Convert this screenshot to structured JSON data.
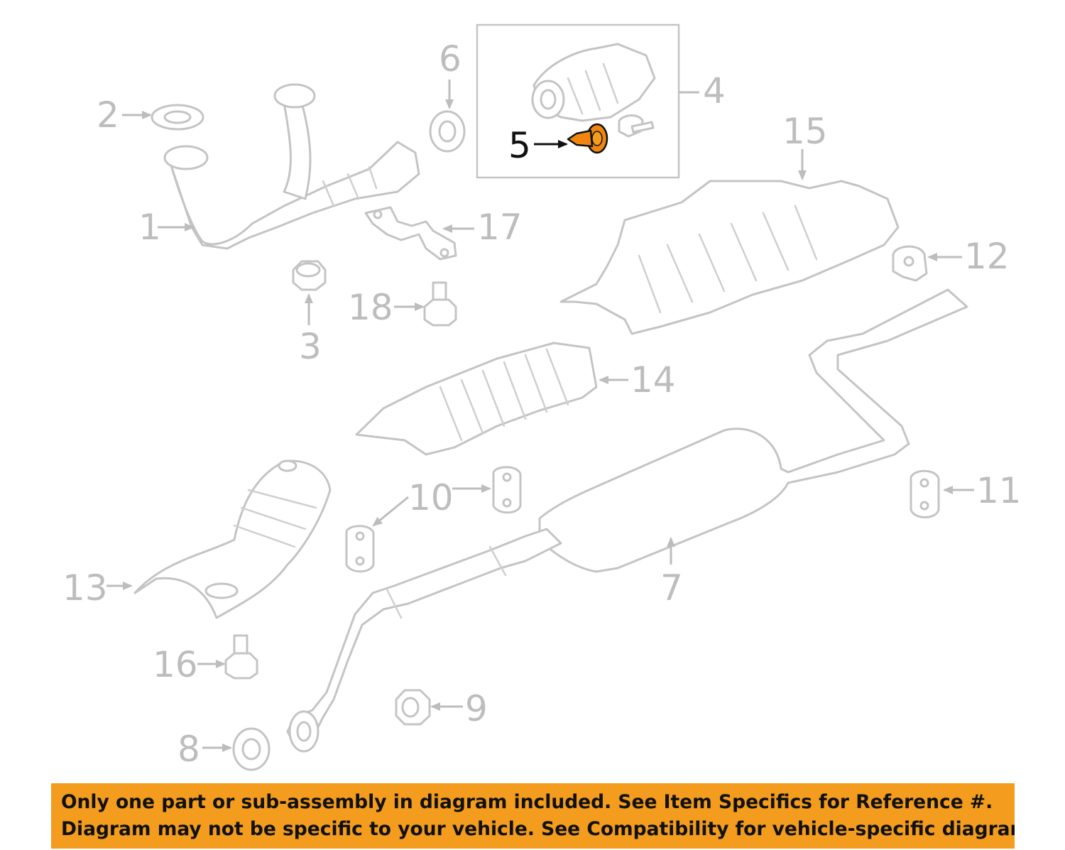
{
  "colors": {
    "highlight": "#f0860f",
    "banner_background": "#f39c1d",
    "banner_text": "#111111",
    "callout_inactive": "#bdbdbd",
    "callout_active": "#111111"
  },
  "callouts": {
    "c1": "1",
    "c2": "2",
    "c3": "3",
    "c4": "4",
    "c5": "5",
    "c6": "6",
    "c7": "7",
    "c8": "8",
    "c9": "9",
    "c10": "10",
    "c11": "11",
    "c12": "12",
    "c13": "13",
    "c14": "14",
    "c15": "15",
    "c16": "16",
    "c17": "17",
    "c18": "18"
  },
  "highlighted_callout": "5",
  "banner": {
    "line1": "Only one part or sub-assembly in diagram included. See Item Specifics for Reference #.",
    "line2": "Diagram may not be specific to your vehicle. See Compatibility for vehicle-specific diagrams."
  }
}
